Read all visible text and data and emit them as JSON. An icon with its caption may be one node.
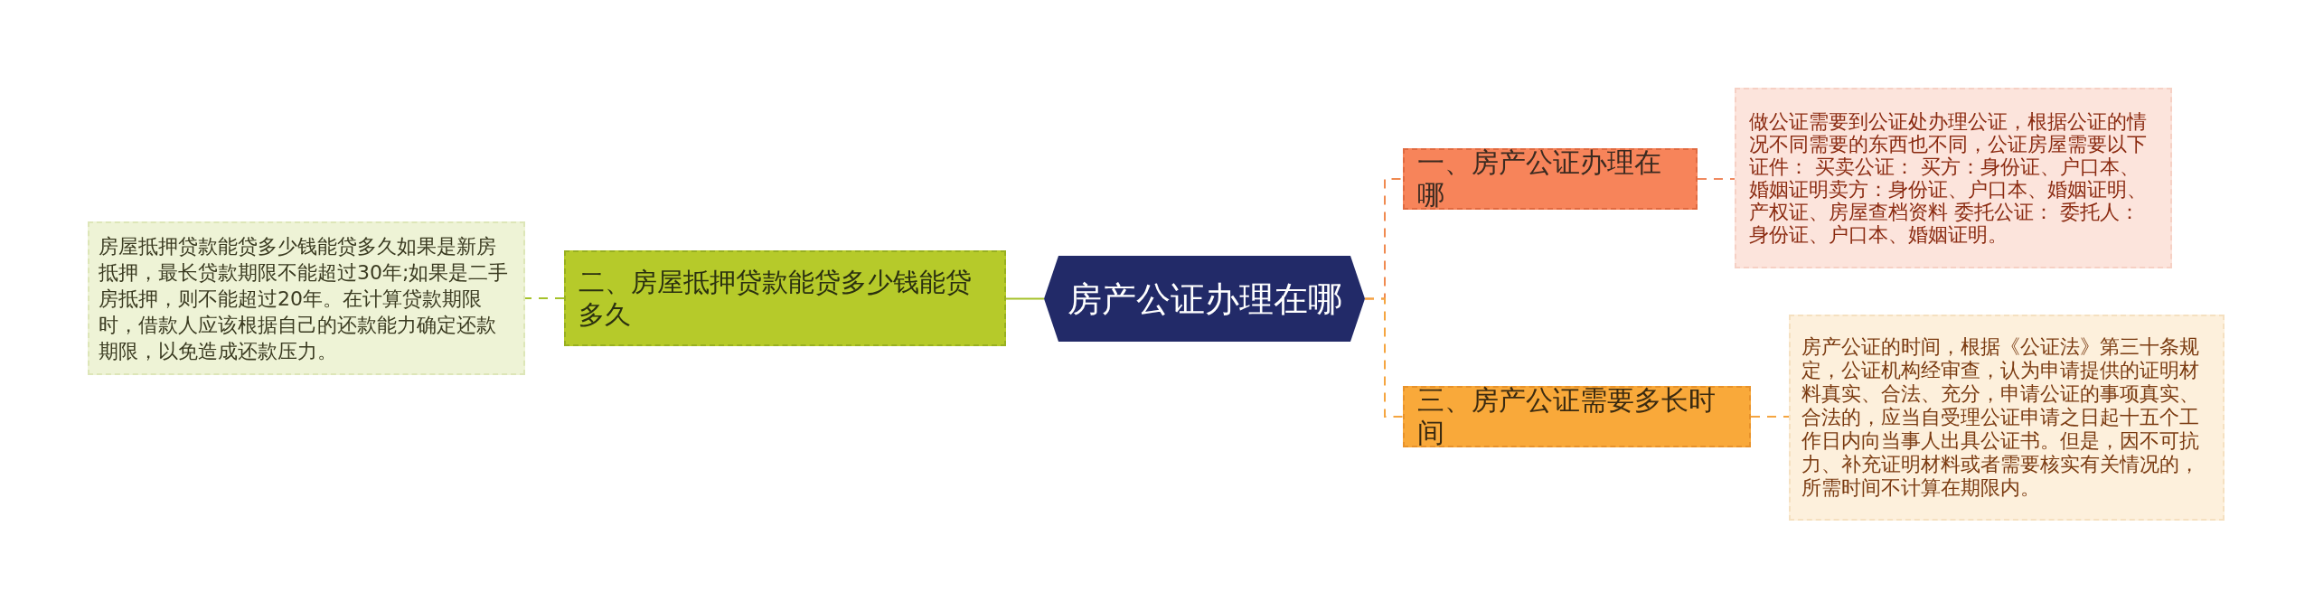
{
  "diagram": {
    "nodes": [
      {
        "text": [
          "房产公证办理在哪"
        ]
      },
      {
        "text": [
          "一、房产公证办理在哪"
        ]
      },
      {
        "text": [
          "做公证需要到公证处办理公证，根据公证的情况不同需要的东西也不同，公证房屋需要以下证件：  买卖公证：  买方：身份证、户口本、婚姻证明卖方：身份证、户口本、婚姻证明、产权证、房屋查档资料 委托公证：  委托人：身份证、户口本、婚姻证明。"
        ]
      },
      {
        "text": [
          "三、房产公证需要多长时间"
        ]
      },
      {
        "text": [
          "房产公证的时间，根据《公证法》第三十条规定，公证机构经审查，认为申请提供的证明材料真实、合法、充分，申请公证的事项真实、合法的，应当自受理公证申请之日起十五个工作日内向当事人出具公证书。但是，因不可抗力、补充证明材料或者需要核实有关情况的，所需时间不计算在期限内。"
        ]
      },
      {
        "text": [
          "二、房屋抵押贷款能贷多少钱能贷多久"
        ]
      },
      {
        "text": [
          "房屋抵押贷款能贷多少钱能贷多久如果是新房抵押，最长贷款期限不能超过30年;如果是二手房抵押，则不能超过20年。在计算贷款期限时，借款人应该根据自己的还款能力确定还款期限，以免造成还款压力。"
        ]
      }
    ],
    "edges": [
      {
        "from": 0,
        "to": 1,
        "arrow": "none",
        "style": "dashed",
        "color": "#f08a50"
      },
      {
        "from": 1,
        "to": 2,
        "arrow": "none",
        "style": "dashed",
        "color": "#f08a60"
      },
      {
        "from": 0,
        "to": 3,
        "arrow": "none",
        "style": "dashed",
        "color": "#f5a540"
      },
      {
        "from": 3,
        "to": 4,
        "arrow": "none",
        "style": "dashed",
        "color": "#f5a540"
      },
      {
        "from": 0,
        "to": 5,
        "arrow": "none",
        "color": "#a5c22a"
      },
      {
        "from": 5,
        "to": 6,
        "arrow": "none",
        "style": "dashed",
        "color": "#a5c22a"
      }
    ]
  }
}
